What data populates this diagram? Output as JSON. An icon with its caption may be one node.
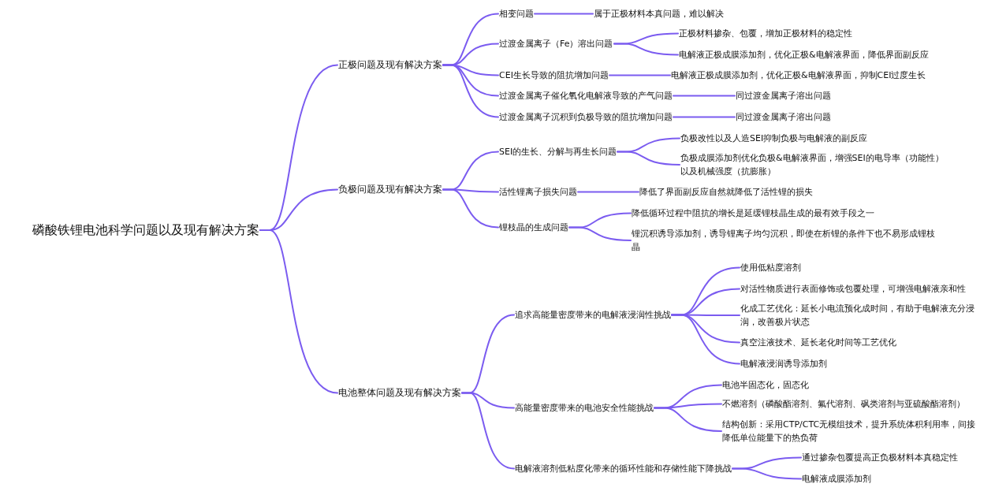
{
  "diagram": {
    "nodes": [
      {
        "text": [
          "磷酸铁锂电池科学问题以及现有解决方案"
        ]
      },
      {
        "text": [
          "正极问题及现有解决方案"
        ]
      },
      {
        "text": [
          "相变问题"
        ]
      },
      {
        "text": [
          "属于正极材料本真问题，难以解决"
        ]
      },
      {
        "text": [
          "过渡金属离子（Fe）溶出问题"
        ]
      },
      {
        "text": [
          "正极材料掺杂、包覆，增加正极材料的稳定性"
        ]
      },
      {
        "text": [
          "电解液正极成膜添加剂，优化正极&电解液界面，降低界面副反应"
        ]
      },
      {
        "text": [
          "CEI生长导致的阻抗增加问题"
        ]
      },
      {
        "text": [
          "电解液正极成膜添加剂，优化正极&电解液界面，抑制CEI过度生长"
        ]
      },
      {
        "text": [
          "过渡金属离子催化氧化电解液导致的产气问题"
        ]
      },
      {
        "text": [
          "同过渡金属离子溶出问题"
        ]
      },
      {
        "text": [
          "过渡金属离子沉积到负极导致的阻抗增加问题"
        ]
      },
      {
        "text": [
          "同过渡金属离子溶出问题"
        ]
      },
      {
        "text": [
          "负极问题及现有解决方案"
        ]
      },
      {
        "text": [
          "SEI的生长、分解与再生长问题"
        ]
      },
      {
        "text": [
          "负极改性以及人造SEI抑制负极与电解液的副反应"
        ]
      },
      {
        "text": [
          "负极成膜添加剂优化负极&电解液界面，增强SEI的电导率（功能性）以及机械强度（抗膨胀）"
        ]
      },
      {
        "text": [
          "活性锂离子损失问题"
        ]
      },
      {
        "text": [
          "降低了界面副反应自然就降低了活性锂的损失"
        ]
      },
      {
        "text": [
          "锂枝晶的生成问题"
        ]
      },
      {
        "text": [
          "降低循环过程中阻抗的增长是延缓锂枝晶生成的最有效手段之一"
        ]
      },
      {
        "text": [
          "锂沉积诱导添加剂，诱导锂离子均匀沉积，即使在析锂的条件下也不易形成锂枝晶"
        ]
      },
      {
        "text": [
          "电池整体问题及现有解决方案"
        ]
      },
      {
        "text": [
          "追求高能量密度带来的电解液浸润性挑战"
        ]
      },
      {
        "text": [
          "使用低粘度溶剂"
        ]
      },
      {
        "text": [
          "对活性物质进行表面修饰或包覆处理，可增强电解液亲和性"
        ]
      },
      {
        "text": [
          "化成工艺优化：延长小电流预化成时间，有助于电解液充分浸润，改善极片状态"
        ]
      },
      {
        "text": [
          "真空注液技术、延长老化时间等工艺优化"
        ]
      },
      {
        "text": [
          "电解液浸润诱导添加剂"
        ]
      },
      {
        "text": [
          "高能量密度带来的电池安全性能挑战"
        ]
      },
      {
        "text": [
          "电池半固态化，固态化"
        ]
      },
      {
        "text": [
          "不燃溶剂（磷酸酯溶剂、氟代溶剂、砜类溶剂与亚硫酸酯溶剂）"
        ]
      },
      {
        "text": [
          "结构创新：采用CTP/CTC无模组技术，提升系统体积利用率，间接降低单位能量下的热负荷"
        ]
      },
      {
        "text": [
          "电解液溶剂低粘度化带来的循环性能和存储性能下降挑战"
        ]
      },
      {
        "text": [
          "通过掺杂包覆提高正负极材料本真稳定性"
        ]
      },
      {
        "text": [
          "电解液成膜添加剂"
        ]
      }
    ],
    "edges": [
      {
        "from": 0,
        "to": 1,
        "arrow": "none"
      },
      {
        "from": 0,
        "to": 13,
        "arrow": "none"
      },
      {
        "from": 0,
        "to": 22,
        "arrow": "none"
      },
      {
        "from": 1,
        "to": 2,
        "arrow": "none"
      },
      {
        "from": 1,
        "to": 4,
        "arrow": "none"
      },
      {
        "from": 1,
        "to": 7,
        "arrow": "none"
      },
      {
        "from": 1,
        "to": 9,
        "arrow": "none"
      },
      {
        "from": 1,
        "to": 11,
        "arrow": "none"
      },
      {
        "from": 2,
        "to": 3,
        "arrow": "none"
      },
      {
        "from": 4,
        "to": 5,
        "arrow": "none"
      },
      {
        "from": 4,
        "to": 6,
        "arrow": "none"
      },
      {
        "from": 7,
        "to": 8,
        "arrow": "none"
      },
      {
        "from": 9,
        "to": 10,
        "arrow": "none"
      },
      {
        "from": 11,
        "to": 12,
        "arrow": "none"
      },
      {
        "from": 13,
        "to": 14,
        "arrow": "none"
      },
      {
        "from": 13,
        "to": 17,
        "arrow": "none"
      },
      {
        "from": 13,
        "to": 19,
        "arrow": "none"
      },
      {
        "from": 14,
        "to": 15,
        "arrow": "none"
      },
      {
        "from": 14,
        "to": 16,
        "arrow": "none"
      },
      {
        "from": 17,
        "to": 18,
        "arrow": "none"
      },
      {
        "from": 19,
        "to": 20,
        "arrow": "none"
      },
      {
        "from": 19,
        "to": 21,
        "arrow": "none"
      },
      {
        "from": 22,
        "to": 23,
        "arrow": "none"
      },
      {
        "from": 22,
        "to": 29,
        "arrow": "none"
      },
      {
        "from": 22,
        "to": 33,
        "arrow": "none"
      },
      {
        "from": 23,
        "to": 24,
        "arrow": "none"
      },
      {
        "from": 23,
        "to": 25,
        "arrow": "none"
      },
      {
        "from": 23,
        "to": 26,
        "arrow": "none"
      },
      {
        "from": 23,
        "to": 27,
        "arrow": "none"
      },
      {
        "from": 23,
        "to": 28,
        "arrow": "none"
      },
      {
        "from": 29,
        "to": 30,
        "arrow": "none"
      },
      {
        "from": 29,
        "to": 31,
        "arrow": "none"
      },
      {
        "from": 29,
        "to": 32,
        "arrow": "none"
      },
      {
        "from": 33,
        "to": 34,
        "arrow": "none"
      },
      {
        "from": 33,
        "to": 35,
        "arrow": "none"
      }
    ]
  }
}
